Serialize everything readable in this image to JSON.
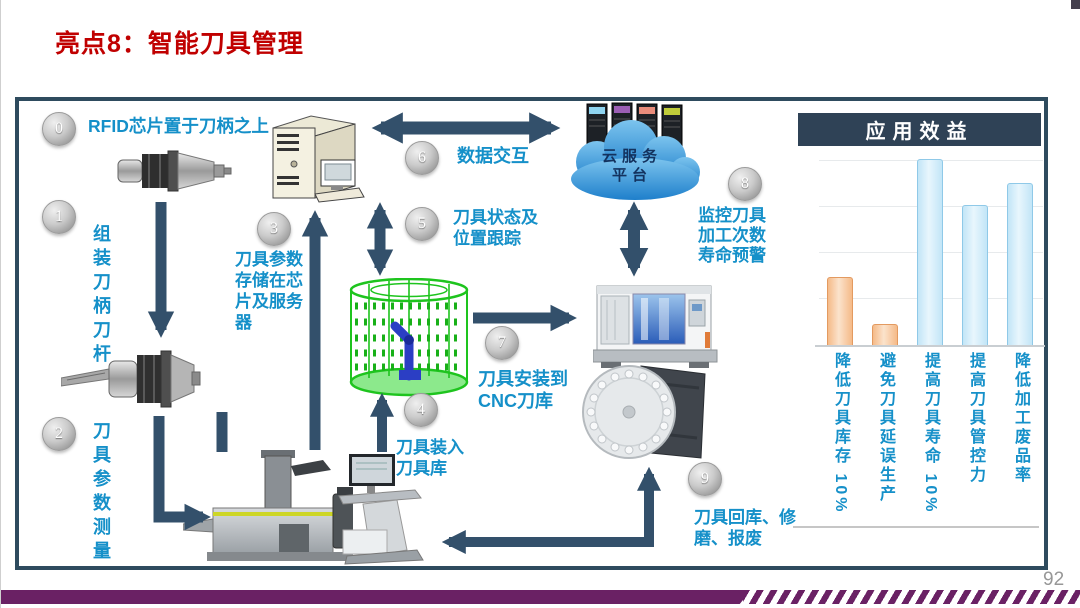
{
  "page": {
    "title": "亮点8：智能刀具管理",
    "page_number": "92"
  },
  "diagram": {
    "steps": [
      {
        "num": "0",
        "label": "RFID芯片置于刀柄之上"
      },
      {
        "num": "1",
        "label": "组装刀柄刀杆"
      },
      {
        "num": "2",
        "label": "刀具参数测量"
      },
      {
        "num": "3",
        "label": "刀具参数\n存储在芯\n片及服务\n器"
      },
      {
        "num": "4",
        "label": "刀具装入\n刀具库"
      },
      {
        "num": "5",
        "label": "刀具状态及\n位置跟踪"
      },
      {
        "num": "6",
        "label": "数据交互"
      },
      {
        "num": "7",
        "label": "刀具安装到\nCNC刀库"
      },
      {
        "num": "8",
        "label": "监控刀具\n加工次数\n寿命预警"
      },
      {
        "num": "9",
        "label": "刀具回库、修\n磨、报废"
      }
    ],
    "cloud_label": "云服务\n平台",
    "images": [
      "tool-holder",
      "server",
      "cloud-platform",
      "tool-magazine",
      "cnc-machine",
      "tool-disc",
      "tool-presetter",
      "workstation-cart"
    ]
  },
  "chart_data": {
    "type": "bar",
    "title": "应用效益",
    "categories": [
      "降低刀具库存 10%",
      "避免刀具延误生产",
      "提高刀具寿命 10%",
      "提高刀具管控力",
      "降低加工废品率"
    ],
    "values": [
      36,
      11,
      100,
      75,
      87
    ],
    "value_note": "relative bar heights in % of tallest bar (no numeric axis shown)",
    "ylim": [
      0,
      100
    ],
    "grid": true,
    "legend": false,
    "bar_colors": [
      "#f5ba88",
      "#f5ba88",
      "#c2e5f7",
      "#c2e5f7",
      "#c2e5f7"
    ],
    "bar_highlights": [
      "#fbe3cc",
      "#fbe3cc",
      "#e8f6fd",
      "#e8f6fd",
      "#e8f6fd"
    ],
    "bar_borders": [
      "#e39a60",
      "#e39a60",
      "#8fc9e8",
      "#8fc9e8",
      "#8fc9e8"
    ],
    "label_color": "#1590c9"
  },
  "colors": {
    "title_red": "#c00000",
    "label_blue": "#1590c9",
    "arrow_slate": "#33506b",
    "frame_slate": "#2e4b5e",
    "chart_header_bg": "#2f4256",
    "bottom_bar_purple": "#6a2164",
    "magazine_green": "#1ec41e",
    "robot_blue": "#2b3ec4"
  }
}
